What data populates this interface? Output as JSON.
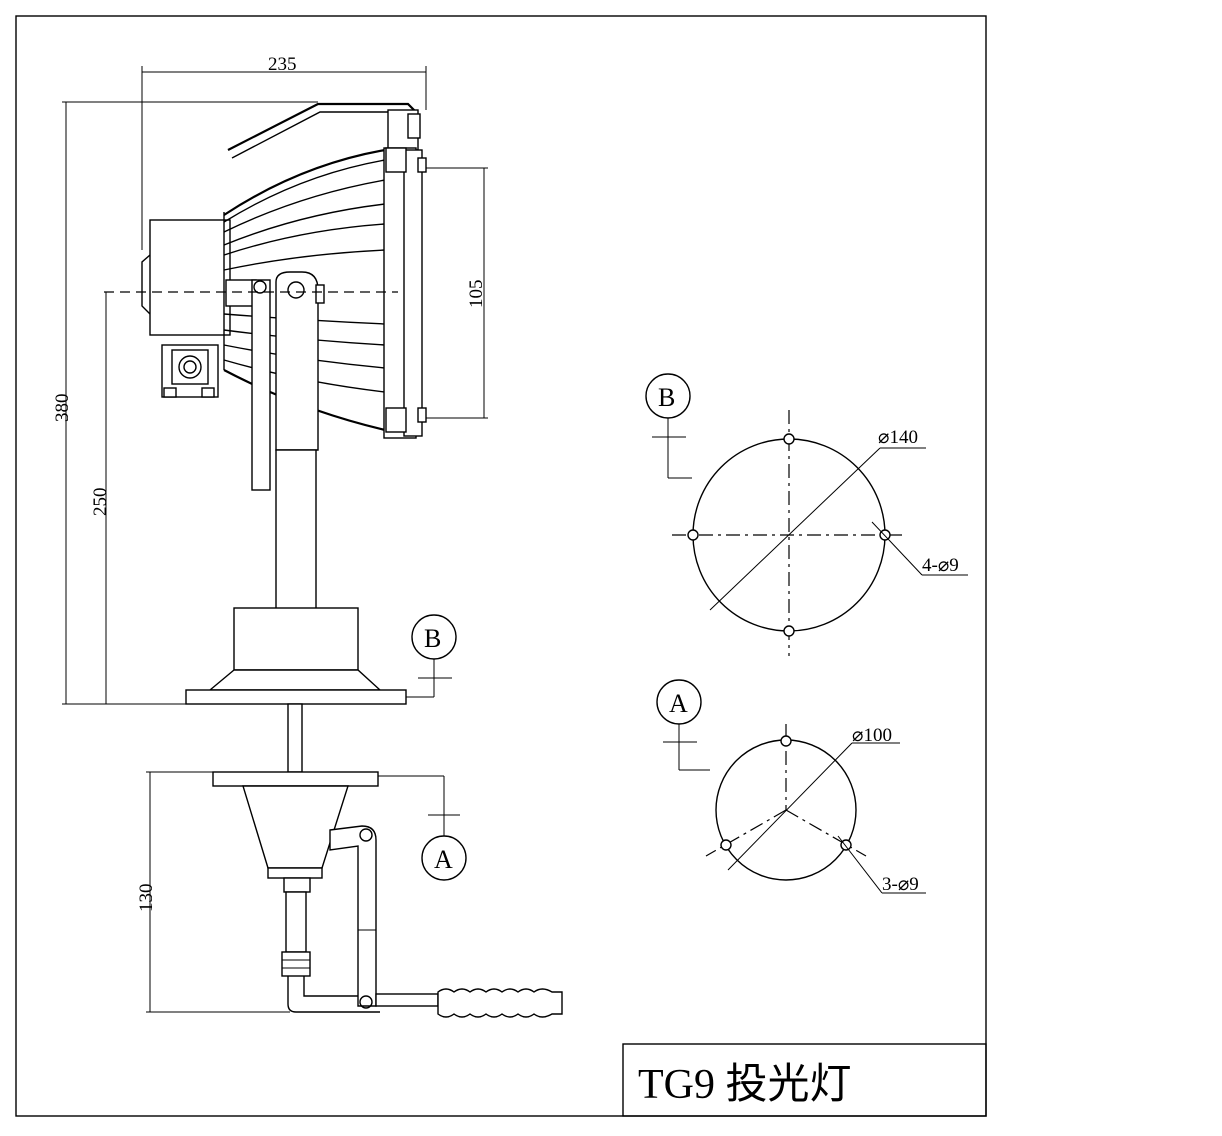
{
  "drawing": {
    "title": "TG9 投光灯",
    "dimensions": {
      "overall_width": "235",
      "lens_height": "105",
      "overall_height": "380",
      "axis_height": "250",
      "bracket_height": "130"
    },
    "section_b": {
      "label": "B",
      "diameter": "⌀140",
      "holes": "4-⌀9"
    },
    "section_a": {
      "label": "A",
      "diameter": "⌀100",
      "holes": "3-⌀9"
    }
  }
}
